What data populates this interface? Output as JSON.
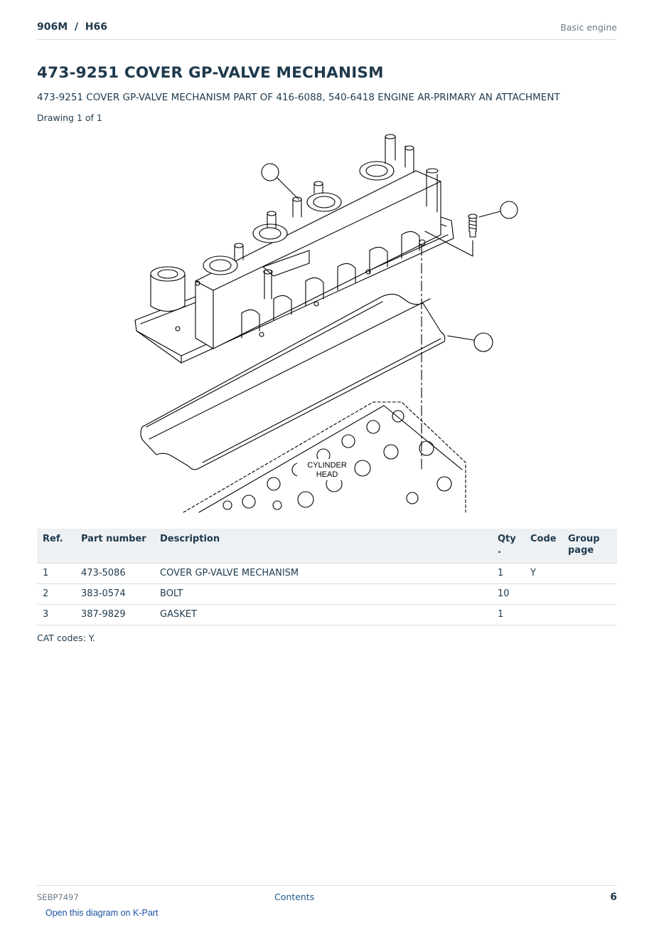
{
  "header": {
    "breadcrumb": "906M  /  H66",
    "section": "Basic engine"
  },
  "title": "473-9251 COVER GP-VALVE MECHANISM",
  "subtitle": "473-9251 COVER GP-VALVE MECHANISM PART OF 416-6088, 540-6418 ENGINE AR-PRIMARY AN ATTACHMENT",
  "drawing_count": "Drawing 1 of 1",
  "diagram": {
    "cylinder_head_label": [
      "CYLINDER",
      "HEAD"
    ]
  },
  "table": {
    "headers": {
      "ref": "Ref.",
      "part_number": "Part number",
      "description": "Description",
      "qty": "Qty\n.",
      "code": "Code",
      "group_page": "Group\npage"
    },
    "rows": [
      {
        "ref": "1",
        "part_number": "473-5086",
        "description": "COVER GP-VALVE MECHANISM",
        "qty": "1",
        "code": "Y",
        "group_page": ""
      },
      {
        "ref": "2",
        "part_number": "383-0574",
        "description": "BOLT",
        "qty": "10",
        "code": "",
        "group_page": ""
      },
      {
        "ref": "3",
        "part_number": "387-9829",
        "description": "GASKET",
        "qty": "1",
        "code": "",
        "group_page": ""
      }
    ]
  },
  "cat_codes": "CAT codes: Y.",
  "footer": {
    "doc_id": "SEBP7497",
    "contents_link": "Contents",
    "page_number": "6",
    "kpart_link": "Open this diagram on K-Part"
  }
}
